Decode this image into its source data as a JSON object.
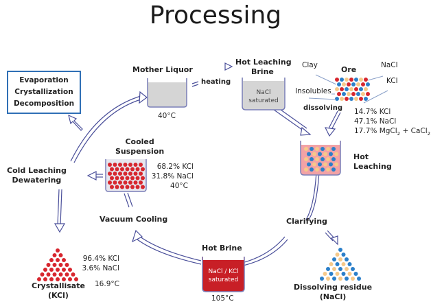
{
  "title": "Processing",
  "boxed_step": {
    "lines": [
      "Evaporation",
      "Crystallization",
      "Decomposition"
    ]
  },
  "nodes": {
    "mother_liquor": {
      "label": "Mother Liquor",
      "temp": "40°C"
    },
    "heating": {
      "label": "heating"
    },
    "hot_leaching_brine": {
      "label_1": "Hot Leaching",
      "label_2": "Brine",
      "content_1": "NaCl",
      "content_2": "saturated"
    },
    "ore": {
      "label": "Ore",
      "clay": "Clay",
      "nacl": "NaCl",
      "kcl": "KCl",
      "insolubles": "Insolubles"
    },
    "dissolving": {
      "label": "dissolving"
    },
    "ore_composition": [
      "14.7% KCl",
      "47.1% NaCl",
      "17.7% MgCl2 + CaCl2"
    ],
    "hot_leaching": {
      "label_1": "Hot",
      "label_2": "Leaching"
    },
    "cooled_suspension": {
      "label_1": "Cooled",
      "label_2": "Suspension",
      "composition": [
        "68.2% KCl",
        "31.8% NaCl"
      ],
      "temp": "40°C"
    },
    "cold_leaching": {
      "label_1": "Cold Leaching",
      "label_2": "Dewatering"
    },
    "vacuum_cooling": {
      "label": "Vacuum Cooling"
    },
    "clarifying": {
      "label": "Clarifying"
    },
    "hot_brine": {
      "label": "Hot Brine",
      "content_1": "NaCl / KCl",
      "content_2": "saturated",
      "temp": "105°C"
    },
    "crystallisate": {
      "label_1": "Crystallisate",
      "label_2": "(KCl)",
      "composition": [
        "96.4% KCl",
        "3.6% NaCl"
      ],
      "temp": "16.9°C"
    },
    "residue": {
      "label_1": "Dissolving residue",
      "label_2": "(NaCl)"
    }
  },
  "colors": {
    "arrow": "#4a4f9a",
    "kcl": "#d7262e",
    "nacl": "#2b7fc9",
    "clay": "#f6c98a",
    "box_border": "#2f6fb5",
    "vessel": "#7a7fb8"
  }
}
